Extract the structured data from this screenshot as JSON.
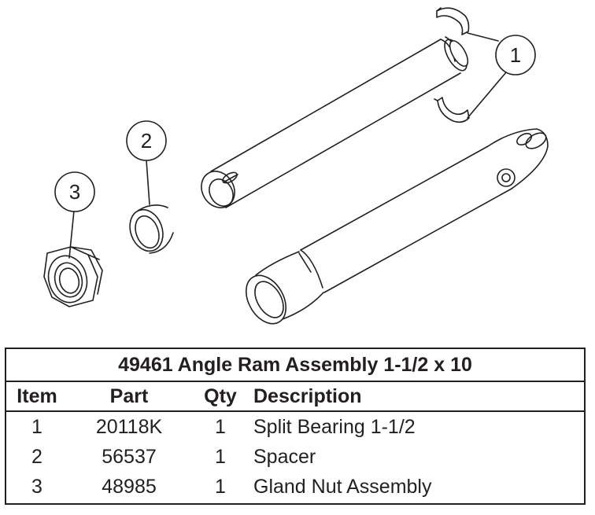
{
  "callouts": {
    "split_bearing": "1",
    "spacer": "2",
    "gland_nut": "3"
  },
  "table": {
    "title": "49461  Angle Ram Assembly 1-1/2 x 10",
    "headers": {
      "item": "Item",
      "part": "Part",
      "qty": "Qty",
      "description": "Description"
    },
    "rows": [
      {
        "item": "1",
        "part": "20118K",
        "qty": "1",
        "description": "Split Bearing 1-1/2"
      },
      {
        "item": "2",
        "part": "56537",
        "qty": "1",
        "description": "Spacer"
      },
      {
        "item": "3",
        "part": "48985",
        "qty": "1",
        "description": "Gland Nut Assembly"
      }
    ]
  },
  "colors": {
    "line": "#231f20",
    "background": "#ffffff"
  }
}
